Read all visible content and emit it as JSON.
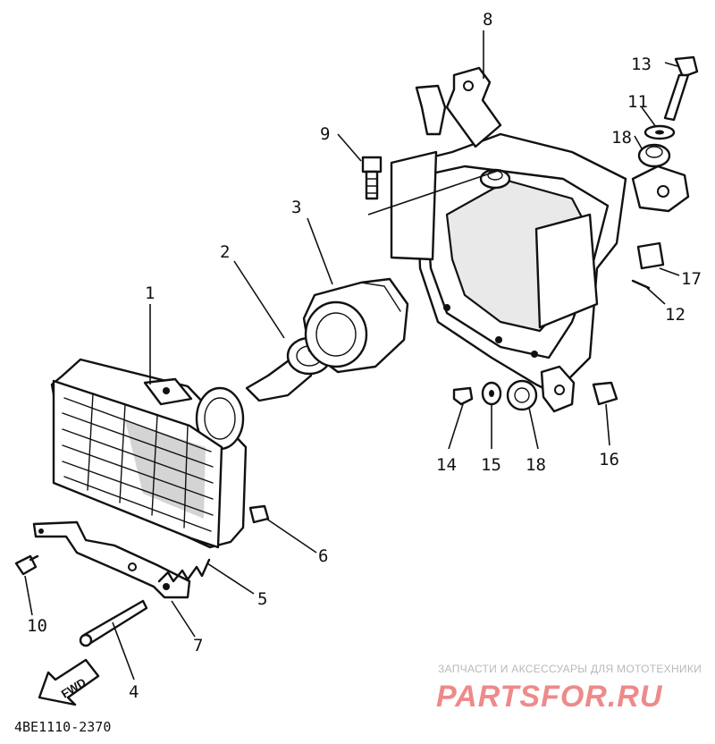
{
  "diagram": {
    "part_numbers": [
      "1",
      "2",
      "3",
      "4",
      "5",
      "6",
      "7",
      "8",
      "9",
      "10",
      "11",
      "12",
      "13",
      "14",
      "15",
      "18",
      "16",
      "17",
      "18"
    ],
    "drawing_code": "4BE1110-2370",
    "direction_label": "FWD"
  },
  "watermark": {
    "tagline": "ЗАПЧАСТИ И АКСЕССУАРЫ ДЛЯ МОТОТЕХНИКИ",
    "logo_text": "PARTSFOR.RU",
    "colors": {
      "main": "#ee8a8a",
      "tagline": "#b9b9b9"
    }
  }
}
